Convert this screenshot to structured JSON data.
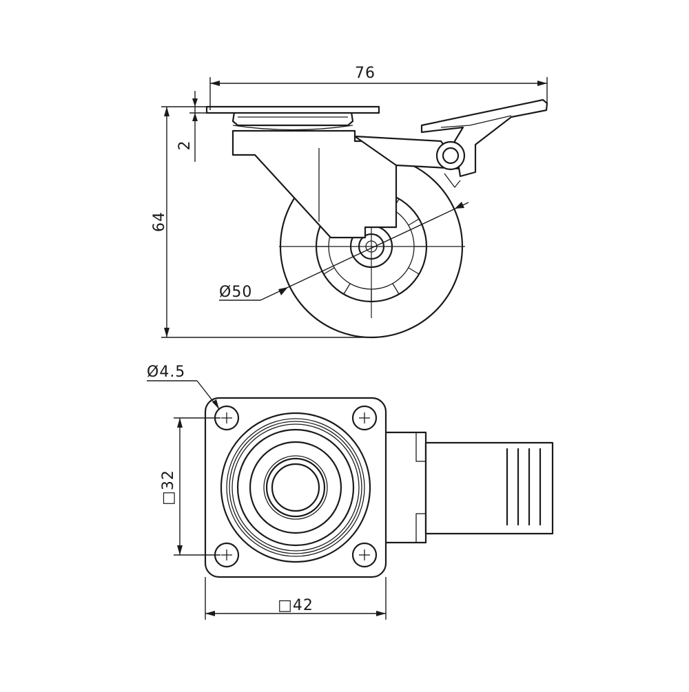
{
  "colors": {
    "line": "#1a1a1a",
    "background": "#ffffff"
  },
  "dimensions": {
    "overall_width": "76",
    "overall_height": "64",
    "plate_thickness": "2",
    "wheel_diameter": "Ø50",
    "bolt_hole_diameter": "Ø4.5",
    "bolt_spacing": "□32",
    "plate_size": "□42"
  }
}
